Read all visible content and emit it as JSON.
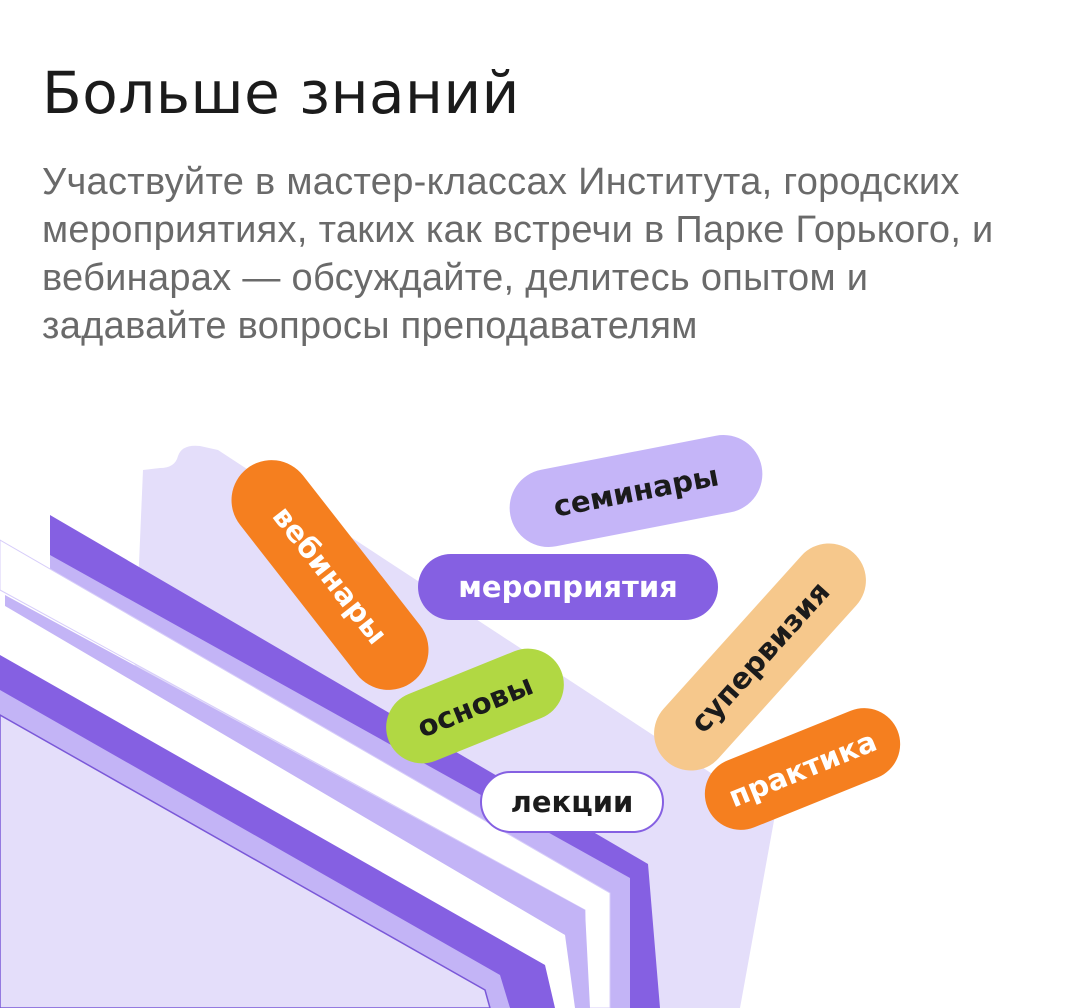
{
  "header": {
    "title": "Больше знаний",
    "subtitle": "Участвуйте в мастер-классах Института, городских мероприятиях, таких как встречи в Парке Горького, и вебинарах — обсуждайте, делитесь опытом и задавайте вопросы преподавателям"
  },
  "illustration": {
    "folder_colors": {
      "back": "#e4defa",
      "stripe_dark": "#8560e2",
      "stripe_light": "#c3b4f6",
      "paper": "#ffffff"
    },
    "tags": [
      {
        "label": "вебинары",
        "bg": "#f57f1f",
        "color": "#ffffff"
      },
      {
        "label": "семинары",
        "bg": "#c5b5f8",
        "color": "#1b1b1b"
      },
      {
        "label": "мероприятия",
        "bg": "#8560e2",
        "color": "#ffffff"
      },
      {
        "label": "супервизия",
        "bg": "#f6c88c",
        "color": "#1b1b1b"
      },
      {
        "label": "основы",
        "bg": "#b1d843",
        "color": "#1b1b1b"
      },
      {
        "label": "лекции",
        "bg": "#ffffff",
        "color": "#1b1b1b",
        "border": "#8560e2"
      },
      {
        "label": "практика",
        "bg": "#f57f1f",
        "color": "#ffffff"
      }
    ]
  }
}
